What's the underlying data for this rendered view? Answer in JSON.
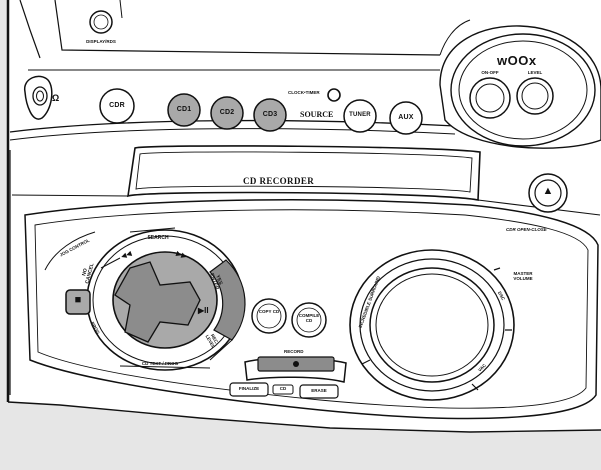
{
  "top": {
    "display_rds": "DISPLAY/RDS",
    "clock_timer": "CLOCK•TIMER",
    "headphones_symbol": "Ω"
  },
  "source_buttons": {
    "cdr": "CDR",
    "cd1": "CD1",
    "cd2": "CD2",
    "cd3": "CD3",
    "source": "SOURCE",
    "tuner": "TUNER",
    "aux": "AUX"
  },
  "woox": {
    "brand": "wOOx",
    "on_off": "ON-OFF",
    "level": "LEVEL"
  },
  "tray": {
    "label": "CD RECORDER",
    "eject_glyph": "▲",
    "cdr_open_close": "CDR OPEN-CLOSE"
  },
  "jog": {
    "jog_control": "JOG CONTROL",
    "search": "SEARCH",
    "prev": "◀◀",
    "next": "▶▶",
    "no_cancel": "NO CANCEL",
    "stop": "■",
    "yes_enter": "YES ENTER",
    "play_pause": "▶II",
    "rec_level": "REC. LEVEL",
    "cd_text": "CD TEXT / PROG",
    "prog": "PROG"
  },
  "copy": {
    "copy_cd": "COPY CD",
    "compile_cd": "COMPILE CD"
  },
  "record": {
    "record": "RECORD",
    "finalize": "FINALIZE",
    "cd": "CD",
    "erase": "ERASE"
  },
  "volume": {
    "master_volume": "MASTER VOLUME",
    "incredible_surround": "INCREDIBLE SURROUND",
    "dsc": "DSC",
    "vac": "VAC"
  },
  "colors": {
    "line": "#111111",
    "gray_button": "#a9a9a9",
    "dark_gray": "#8c8c8c",
    "panel": "#ffffff",
    "background": "#e6e6e6"
  }
}
